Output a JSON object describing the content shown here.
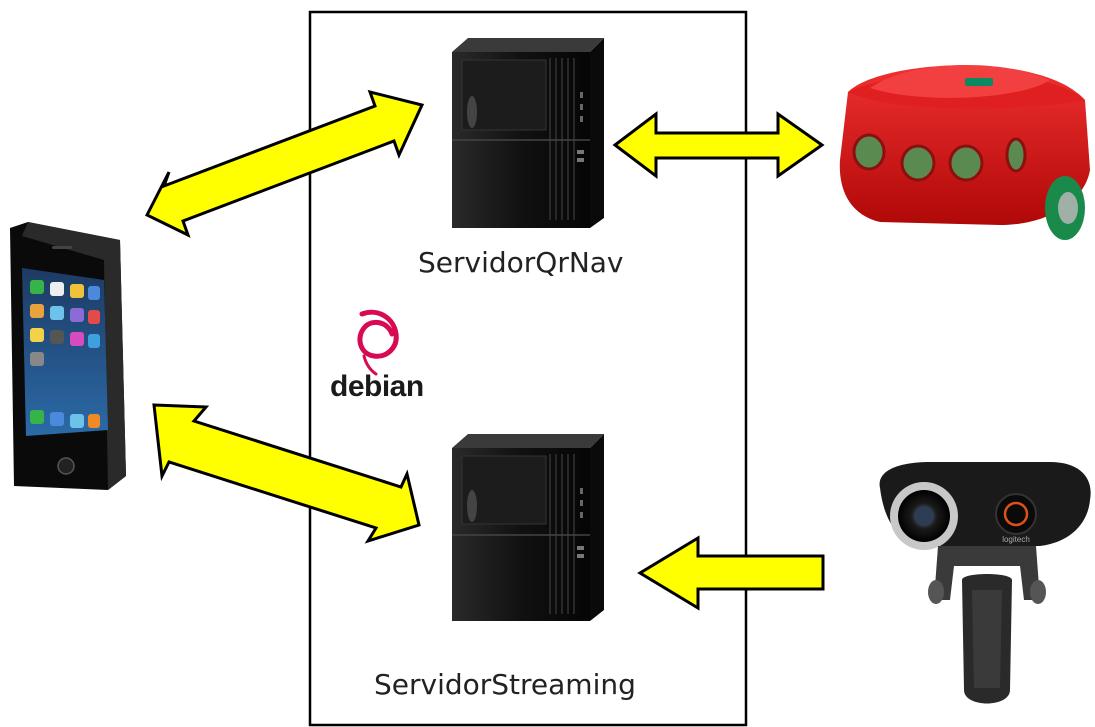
{
  "diagram": {
    "nodes": {
      "server_top": {
        "label": "ServidorQrNav",
        "icon": "tower-server-icon"
      },
      "server_bottom": {
        "label": "ServidorStreaming",
        "icon": "tower-server-icon"
      },
      "os_logo": {
        "label": "debian",
        "icon": "debian-swirl-icon",
        "color": "#d70a53"
      },
      "phone": {
        "icon": "smartphone-icon"
      },
      "robot": {
        "icon": "robot-icon",
        "color": "#d81010"
      },
      "webcam": {
        "icon": "webcam-icon",
        "brand": "logitech"
      }
    },
    "edges": [
      {
        "from": "phone",
        "to": "server_top",
        "direction": "both"
      },
      {
        "from": "server_top",
        "to": "robot",
        "direction": "both"
      },
      {
        "from": "phone",
        "to": "server_bottom",
        "direction": "both"
      },
      {
        "from": "webcam",
        "to": "server_bottom",
        "direction": "forward"
      }
    ],
    "colors": {
      "arrow_fill": "#ffff00",
      "arrow_stroke": "#000000",
      "frame": "#000000"
    }
  }
}
